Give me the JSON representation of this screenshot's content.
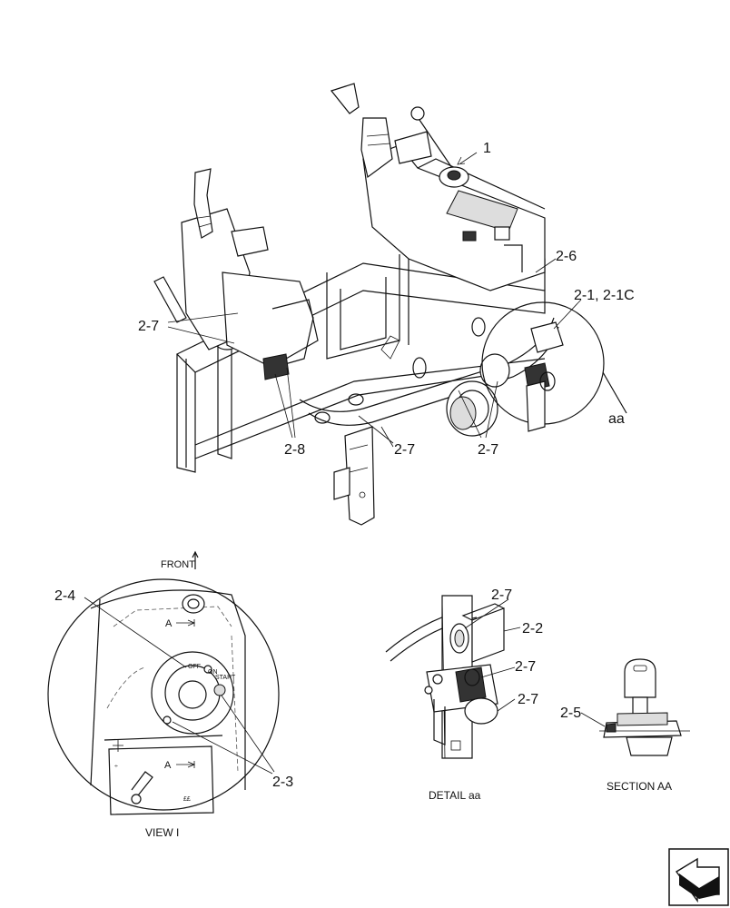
{
  "main_view": {
    "callout_1": "1",
    "callout_2_6": "2-6",
    "callout_2_1": "2-1, 2-1C",
    "callout_2_7_left": "2-7",
    "callout_2_8": "2-8",
    "callout_2_7_mid": "2-7",
    "callout_2_7_right": "2-7",
    "callout_aa": "aa"
  },
  "view_i": {
    "front_label": "FRONT",
    "callout_2_4": "2-4",
    "callout_2_3": "2-3",
    "arrow_a_top": "A",
    "arrow_a_bottom": "A",
    "switch_off": "OFF",
    "switch_on": "ON",
    "switch_start": "START",
    "panel_mark_right": "££",
    "panel_mark_left": "÷",
    "caption": "VIEW I"
  },
  "detail_aa": {
    "callout_2_7_top": "2-7",
    "callout_2_2": "2-2",
    "callout_2_7_mid": "2-7",
    "callout_2_7_bottom": "2-7",
    "caption": "DETAIL aa"
  },
  "section_aa": {
    "callout_2_5": "2-5",
    "caption": "SECTION AA"
  },
  "nav": {
    "icon": "next-page-arrow-icon"
  }
}
